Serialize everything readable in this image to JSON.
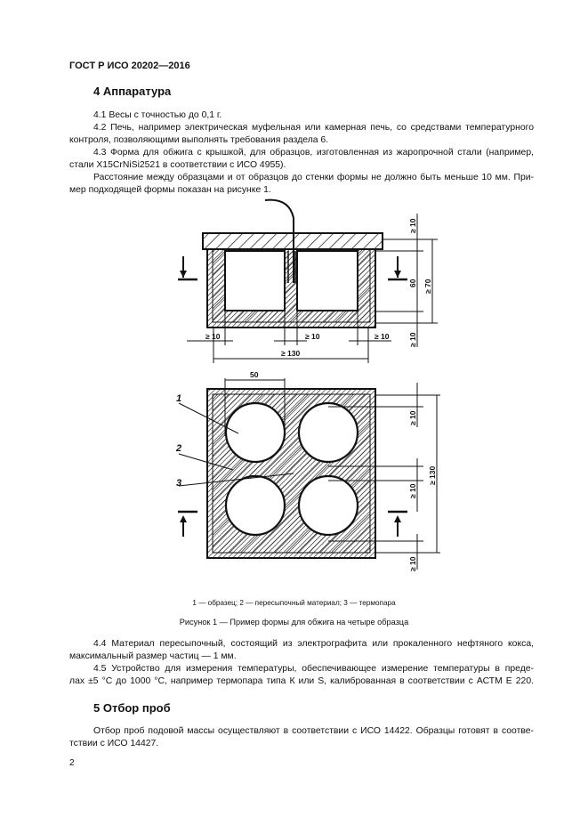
{
  "header": {
    "doc_id": "ГОСТ Р ИСО  20202—2016"
  },
  "section4": {
    "heading": "4  Аппаратура",
    "lines": [
      "4.1  Весы с точностью до 0,1 г.",
      "4.2  Печь, например электрическая муфельная или камерная печь, со средствами температурного",
      "контроля, позволяющими выполнять требования раздела 6.",
      "4.3  Форма для обжига с крышкой, для образцов, изготовленная из жаропрочной стали (например,",
      "стали X15CrNiSi2521 в соответствии с ИСО 4955).",
      "Расстояние между образцами и от образцов до стенки формы не должно быть меньше 10 мм. При-",
      "мер подходящей формы показан на рисунке 1."
    ]
  },
  "figure": {
    "dims_top": {
      "lid": "≥ 10",
      "height_inner": "60",
      "height_total": "≥ 70",
      "bottom": "≥ 10",
      "wall_left": "≥ 10",
      "wall_mid": "≥ 10",
      "wall_right": "≥ 10",
      "width": "≥ 130"
    },
    "dims_plan": {
      "diameter": "50",
      "gap_top": "≥ 10",
      "gap_mid": "≥ 10",
      "gap_bottom": "≥ 10",
      "size": "≥ 130"
    },
    "callouts": [
      "1",
      "2",
      "3"
    ],
    "legend": "1 — образец; 2 — пересыпочный материал; 3 — термопара",
    "caption": "Рисунок 1 — Пример формы для обжига на четыре образца"
  },
  "section4b": {
    "lines": [
      "4.4  Материал пересыпочный, состоящий из электрографита или прокаленного нефтяного кокса,",
      "максимальный размер частиц — 1 мм.",
      "4.5  Устройство для измерения температуры, обеспечивающее измерение температуры в преде-",
      "лах ±5 °С до 1000 °С, например термопара типа К или S, калиброванная в соответствии с АСТМ Е 220."
    ]
  },
  "section5": {
    "heading": "5  Отбор проб",
    "lines": [
      "Отбор проб подовой массы осуществляют в соответствии с ИСО 14422. Образцы готовят в соотве-",
      "тствии с ИСО 14427."
    ]
  },
  "page_number": "2"
}
